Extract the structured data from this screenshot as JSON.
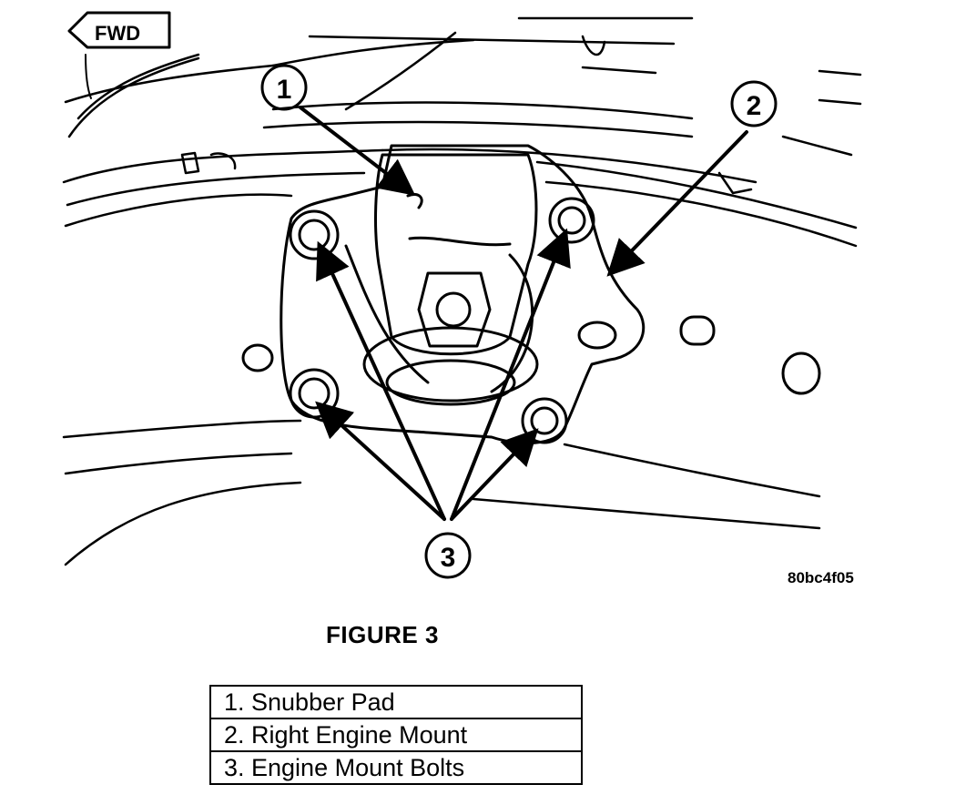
{
  "header": {
    "direction_label": "FWD"
  },
  "callouts": [
    "1",
    "2",
    "3"
  ],
  "image_code": "80bc4f05",
  "figure_caption": "FIGURE 3",
  "legend": [
    "1. Snubber Pad",
    "2. Right Engine Mount",
    "3. Engine Mount Bolts"
  ],
  "icons": {
    "direction_arrow": "left-arrow-icon"
  },
  "colors": {
    "ink": "#000000",
    "paper": "#ffffff"
  }
}
